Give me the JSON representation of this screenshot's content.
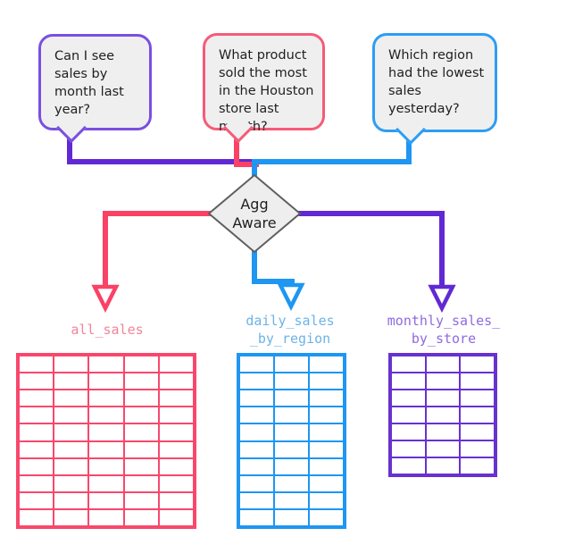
{
  "bubbles": [
    {
      "text": "Can I see\nsales by\nmonth last\nyear?",
      "border_color": "#7a4fe0"
    },
    {
      "text": "What product\nsold the most\nin the Houston\nstore last\nmonth?",
      "border_color": "#f65b78"
    },
    {
      "text": "Which region\nhad the lowest\nsales\nyesterday?",
      "border_color": "#2e9df4"
    }
  ],
  "bubble_fill": "#efefef",
  "decision": {
    "line1": "Agg",
    "line2": "Aware",
    "fill": "#eeeeee",
    "border_color": "#5f5f5f"
  },
  "colors": {
    "purple_line": "#6129d3",
    "pink_line": "#fa4166",
    "blue_line": "#1e96f2",
    "white": "#ffffff"
  },
  "tables": [
    {
      "name": "all_sales",
      "label_line1": "all_sales",
      "label_line2": "",
      "label_color": "#f2849b",
      "border_color": "#f9476c",
      "rows": 10,
      "cols": 5
    },
    {
      "name": "daily_sales_by_region",
      "label_line1": "daily_sales",
      "label_line2": "_by_region",
      "label_color": "#6cb3e6",
      "border_color": "#1e96f2",
      "rows": 10,
      "cols": 3
    },
    {
      "name": "monthly_sales_by_store",
      "label_line1": "monthly_sales_",
      "label_line2": "by_store",
      "label_color": "#8f6ae0",
      "border_color": "#6732cf",
      "rows": 7,
      "cols": 3
    }
  ]
}
